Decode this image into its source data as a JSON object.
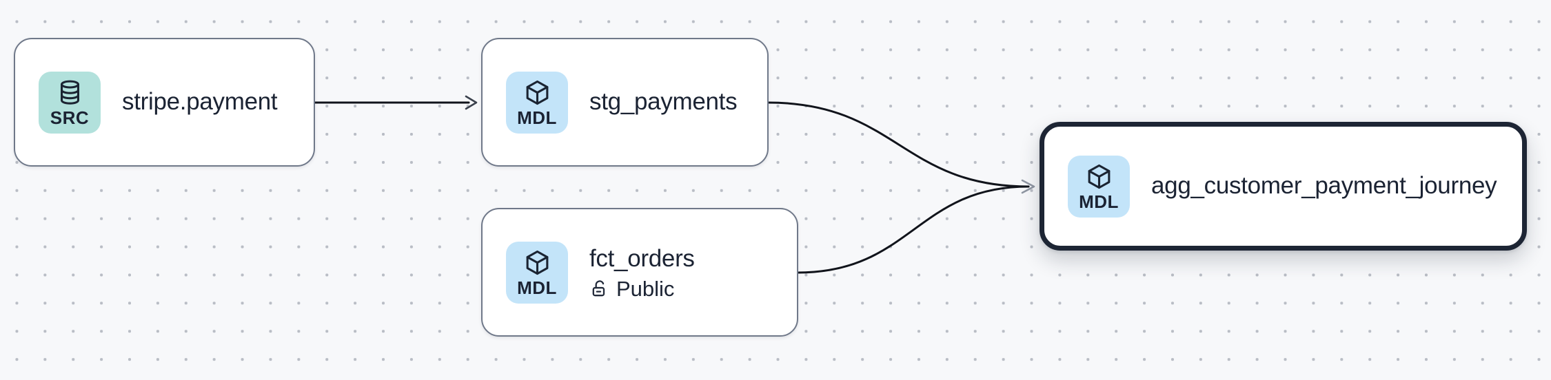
{
  "view": {
    "name": "lineage-graph-canvas"
  },
  "colors": {
    "canvas_bg": "#f7f8fa",
    "dot": "#b9bdc5",
    "node_fill": "#ffffff",
    "node_border": "#6f7889",
    "selected_border": "#1d2534",
    "edge": "#11141b",
    "arrow_dark": "#3a404c",
    "arrow_light": "#8f96a2",
    "text": "#1b2333",
    "src_badge_bg": "#b2e1dc",
    "mdl_badge_bg": "#c3e4f9"
  },
  "nodes": [
    {
      "id": "stripe.payment",
      "title": "stripe.payment",
      "type": "source",
      "badge_label": "SRC",
      "badge_icon": "database-icon",
      "selected": false
    },
    {
      "id": "stg_payments",
      "title": "stg_payments",
      "type": "model",
      "badge_label": "MDL",
      "badge_icon": "cube-icon",
      "selected": false
    },
    {
      "id": "fct_orders",
      "title": "fct_orders",
      "type": "model",
      "badge_label": "MDL",
      "badge_icon": "cube-icon",
      "access_label": "Public",
      "access_icon": "lock-open-icon",
      "selected": false
    },
    {
      "id": "agg_customer_payment_journey",
      "title": "agg_customer_payment_journey",
      "type": "model",
      "badge_label": "MDL",
      "badge_icon": "cube-icon",
      "selected": true
    }
  ],
  "edges": [
    {
      "from": "stripe.payment",
      "to": "stg_payments"
    },
    {
      "from": "stg_payments",
      "to": "agg_customer_payment_journey"
    },
    {
      "from": "fct_orders",
      "to": "agg_customer_payment_journey"
    }
  ],
  "selected_node": "agg_customer_payment_journey"
}
